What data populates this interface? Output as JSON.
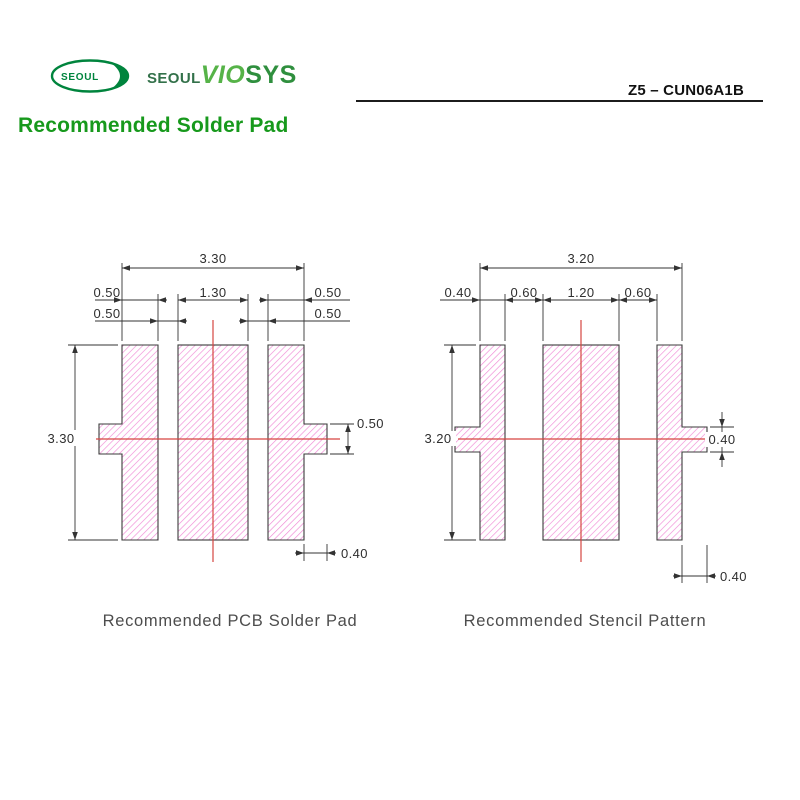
{
  "header": {
    "logo_ellipse_text": "SEOUL",
    "brand": {
      "part1": "SEOUL",
      "part2": "VIO",
      "part3": "SYS"
    },
    "part_number": "Z5 – CUN06A1B"
  },
  "page_title": "Recommended Solder Pad",
  "colors": {
    "brand_green_dark": "#2f8f3e",
    "brand_green_light": "#56b348",
    "title_green": "#17991c",
    "hatch_pink": "#f08ad6",
    "centerline_red": "#d64541",
    "dimension_line": "#333333"
  },
  "left_diagram": {
    "caption": "Recommended PCB Solder Pad",
    "overall_width": "3.30",
    "overall_height": "3.30",
    "pad_width_left": "0.50",
    "pad_width_center": "1.30",
    "pad_width_right": "0.50",
    "gap_left": "0.50",
    "gap_right": "0.50",
    "tab_height": "0.50",
    "tab_width": "0.40"
  },
  "right_diagram": {
    "caption": "Recommended Stencil Pattern",
    "overall_width": "3.20",
    "overall_height": "3.20",
    "pad_width_left": "0.40",
    "gap_left": "0.60",
    "pad_width_center": "1.20",
    "gap_right": "0.60",
    "tab_height": "0.40",
    "tab_width": "0.40"
  }
}
